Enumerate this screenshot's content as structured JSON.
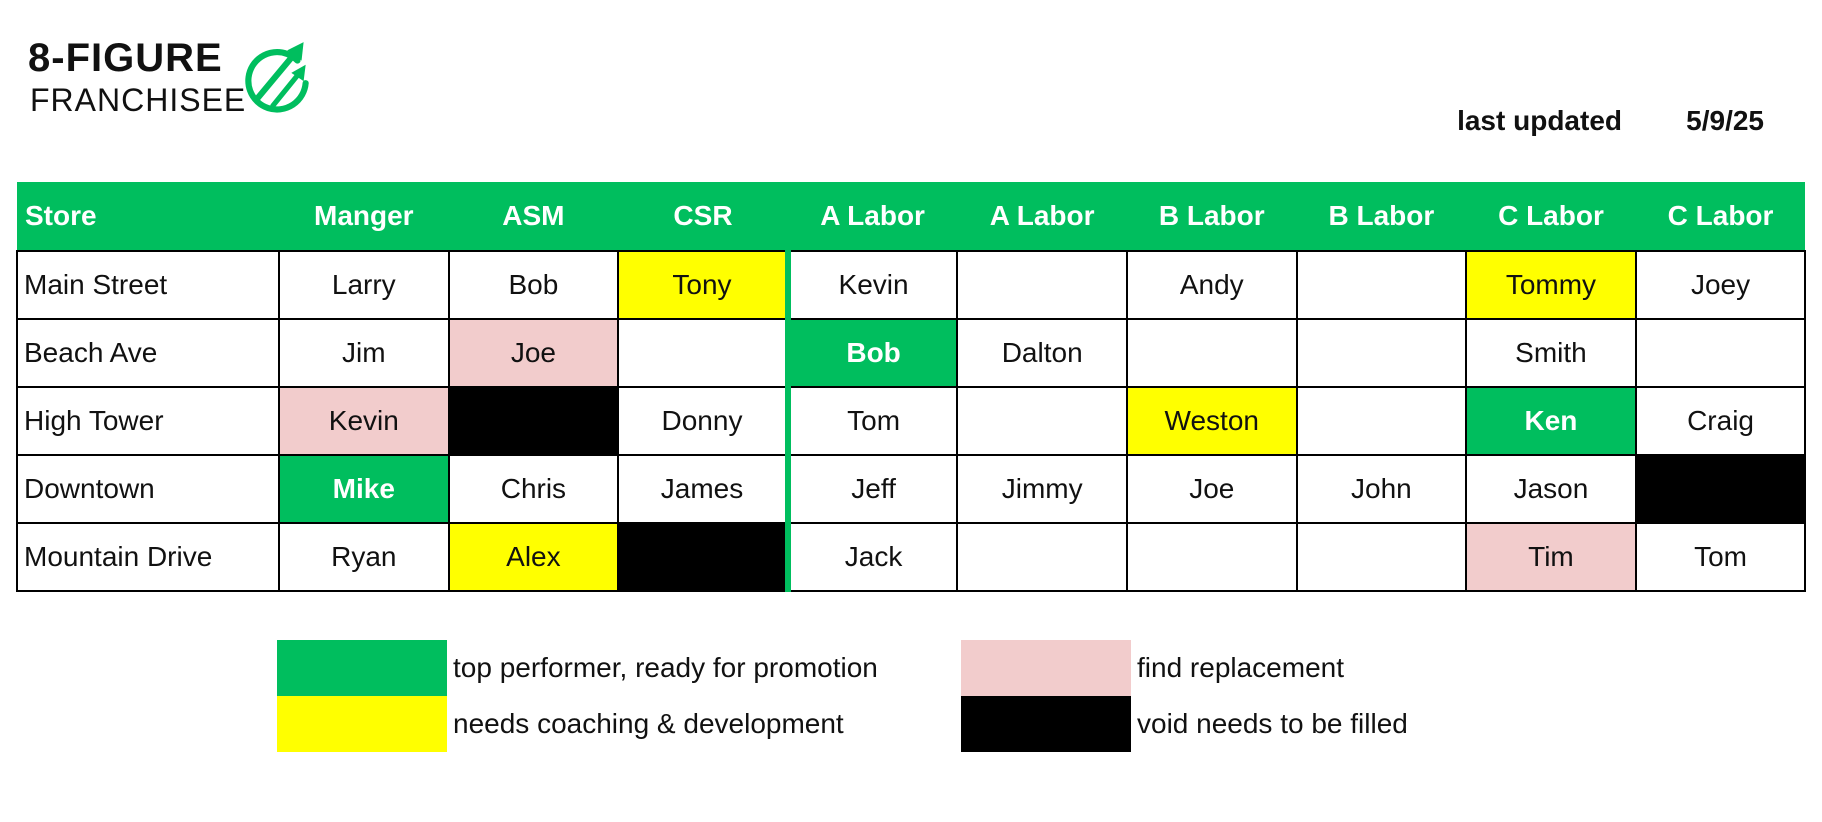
{
  "logo": {
    "line1": "8-FIGURE",
    "line2": "FRANCHISEE",
    "mark": "arrows-circle-icon"
  },
  "updated": {
    "label": "last updated",
    "date": "5/9/25"
  },
  "colors": {
    "top": "#00be5e",
    "coach": "#ffff00",
    "replace": "#f2cccc",
    "void": "#000000"
  },
  "table": {
    "headers": [
      "Store",
      "Manger",
      "ASM",
      "CSR",
      "A Labor",
      "A Labor",
      "B Labor",
      "B Labor",
      "C Labor",
      "C Labor"
    ],
    "rows": [
      {
        "store": "Main Street",
        "cells": [
          {
            "name": "Larry",
            "status": ""
          },
          {
            "name": "Bob",
            "status": ""
          },
          {
            "name": "Tony",
            "status": "coach"
          },
          {
            "name": "Kevin",
            "status": ""
          },
          {
            "name": "",
            "status": ""
          },
          {
            "name": "Andy",
            "status": ""
          },
          {
            "name": "",
            "status": ""
          },
          {
            "name": "Tommy",
            "status": "coach"
          },
          {
            "name": "Joey",
            "status": ""
          }
        ]
      },
      {
        "store": "Beach Ave",
        "cells": [
          {
            "name": "Jim",
            "status": ""
          },
          {
            "name": "Joe",
            "status": "replace"
          },
          {
            "name": "",
            "status": ""
          },
          {
            "name": "Bob",
            "status": "top"
          },
          {
            "name": "Dalton",
            "status": ""
          },
          {
            "name": "",
            "status": ""
          },
          {
            "name": "",
            "status": ""
          },
          {
            "name": "Smith",
            "status": ""
          },
          {
            "name": "",
            "status": ""
          }
        ]
      },
      {
        "store": "High Tower",
        "cells": [
          {
            "name": "Kevin",
            "status": "replace"
          },
          {
            "name": "",
            "status": "void"
          },
          {
            "name": "Donny",
            "status": ""
          },
          {
            "name": "Tom",
            "status": ""
          },
          {
            "name": "",
            "status": ""
          },
          {
            "name": "Weston",
            "status": "coach"
          },
          {
            "name": "",
            "status": ""
          },
          {
            "name": "Ken",
            "status": "top"
          },
          {
            "name": "Craig",
            "status": ""
          }
        ]
      },
      {
        "store": "Downtown",
        "cells": [
          {
            "name": "Mike",
            "status": "top"
          },
          {
            "name": "Chris",
            "status": ""
          },
          {
            "name": "James",
            "status": ""
          },
          {
            "name": "Jeff",
            "status": ""
          },
          {
            "name": "Jimmy",
            "status": ""
          },
          {
            "name": "Joe",
            "status": ""
          },
          {
            "name": "John",
            "status": ""
          },
          {
            "name": "Jason",
            "status": ""
          },
          {
            "name": "",
            "status": "void"
          }
        ]
      },
      {
        "store": "Mountain Drive",
        "cells": [
          {
            "name": "Ryan",
            "status": ""
          },
          {
            "name": "Alex",
            "status": "coach"
          },
          {
            "name": "",
            "status": "void"
          },
          {
            "name": "Jack",
            "status": ""
          },
          {
            "name": "",
            "status": ""
          },
          {
            "name": "",
            "status": ""
          },
          {
            "name": "",
            "status": ""
          },
          {
            "name": "Tim",
            "status": "replace"
          },
          {
            "name": "Tom",
            "status": ""
          }
        ]
      }
    ]
  },
  "legend": [
    {
      "status": "top",
      "label": "top performer, ready for promotion"
    },
    {
      "status": "replace",
      "label": "find replacement"
    },
    {
      "status": "coach",
      "label": "needs coaching & development"
    },
    {
      "status": "void",
      "label": "void needs to be filled"
    }
  ]
}
